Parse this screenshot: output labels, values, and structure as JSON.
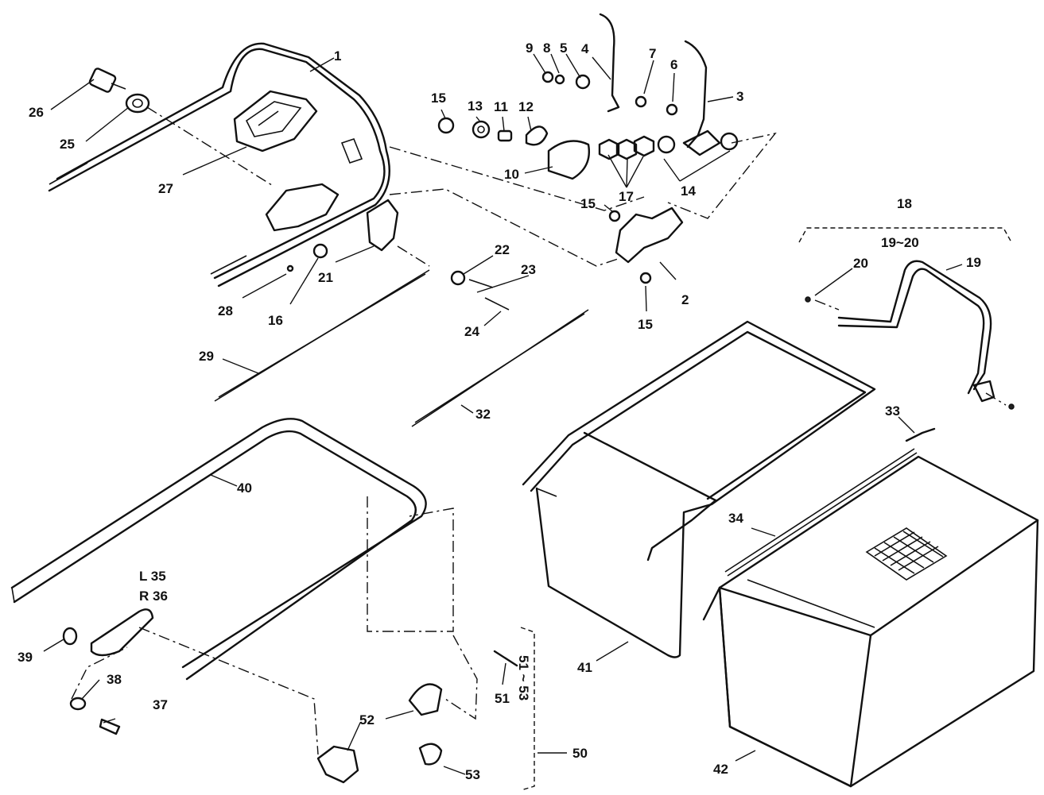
{
  "figure": {
    "callouts": {
      "p1": "1",
      "p2": "2",
      "p3": "3",
      "p4": "4",
      "p5": "5",
      "p6": "6",
      "p7": "7",
      "p8": "8",
      "p9": "9",
      "p10": "10",
      "p11": "11",
      "p12": "12",
      "p13": "13",
      "p14": "14",
      "p15a": "15",
      "p15b": "15",
      "p15c": "15",
      "p16": "16",
      "p17": "17",
      "p18": "18",
      "p19_20": "19~20",
      "p19": "19",
      "p20": "20",
      "p21": "21",
      "p22": "22",
      "p23": "23",
      "p24": "24",
      "p25": "25",
      "p26": "26",
      "p27": "27",
      "p28": "28",
      "p29": "29",
      "p32": "32",
      "p33": "33",
      "p34": "34",
      "p35": "L 35",
      "p36": "R 36",
      "p37": "37",
      "p38": "38",
      "p39": "39",
      "p40": "40",
      "p41": "41",
      "p42": "42",
      "p50": "50",
      "p51": "51",
      "p51_53": "51 ~ 53",
      "p52": "52",
      "p53": "53"
    }
  }
}
